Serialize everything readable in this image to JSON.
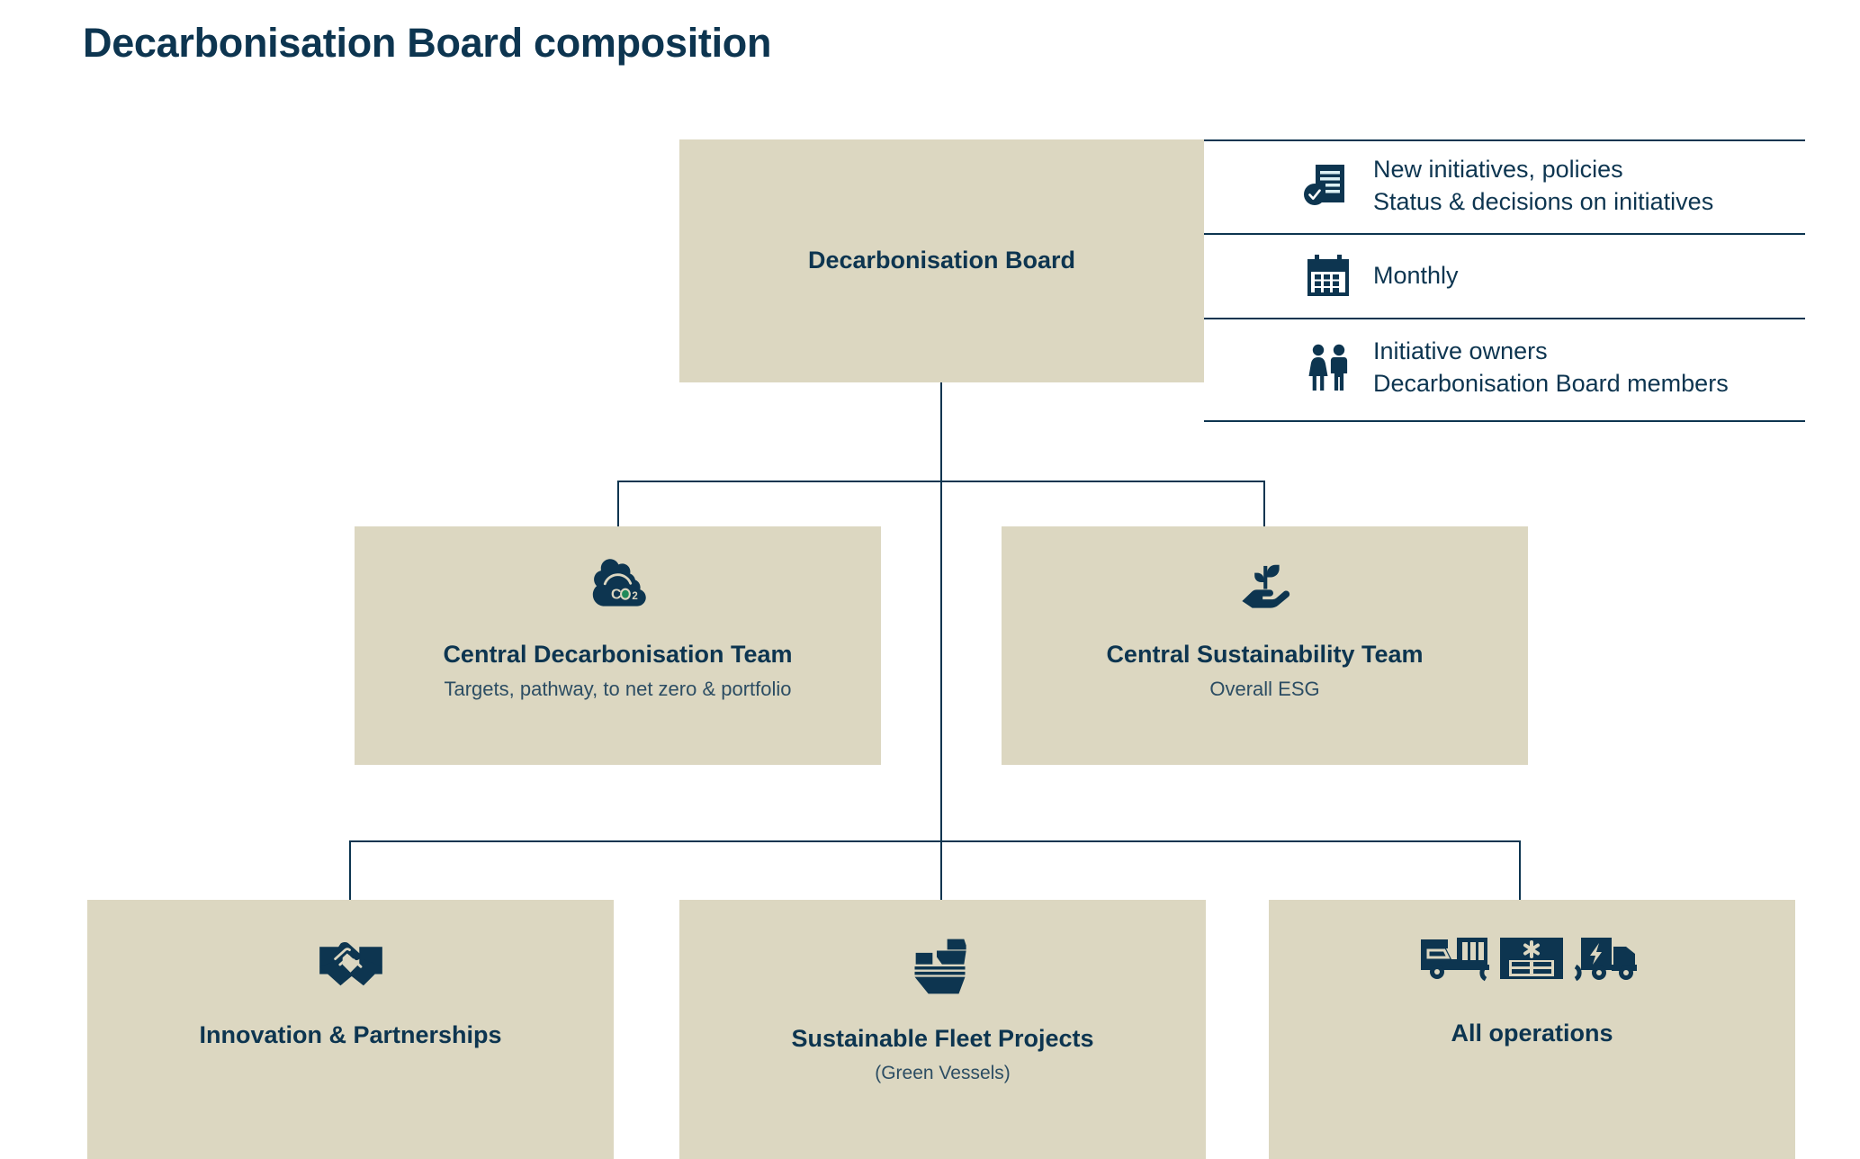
{
  "page": {
    "title": "Decarbonisation Board composition"
  },
  "colors": {
    "box_fill": "#dcd7c1",
    "navy": "#0d3550",
    "subtext": "#2c4d63",
    "accent_green": "#1f8a5a",
    "background": "#ffffff"
  },
  "chart_data": {
    "type": "org-chart",
    "title": "Decarbonisation Board composition",
    "levels": 3,
    "nodes": [
      {
        "id": "root",
        "label": "Decarbonisation Board",
        "sublabel": "",
        "level": 0,
        "icon": ""
      },
      {
        "id": "decarb",
        "label": "Central Decarbonisation Team",
        "sublabel": "Targets, pathway, to net zero & portfolio",
        "level": 1,
        "icon": "co2-cloud-icon"
      },
      {
        "id": "sustain",
        "label": "Central Sustainability Team",
        "sublabel": "Overall ESG",
        "level": 1,
        "icon": "hand-plant-icon"
      },
      {
        "id": "innovation",
        "label": "Innovation & Partnerships",
        "sublabel": "",
        "level": 2,
        "icon": "handshake-icon"
      },
      {
        "id": "fleet",
        "label": "Sustainable Fleet Projects",
        "sublabel": "(Green Vessels)",
        "level": 2,
        "icon": "vessel-icon"
      },
      {
        "id": "operations",
        "label": "All operations",
        "sublabel": "",
        "level": 2,
        "icon": "truck-warehouse-electric-truck-icons"
      }
    ],
    "edges": [
      {
        "from": "root",
        "to": "decarb"
      },
      {
        "from": "root",
        "to": "sustain"
      },
      {
        "from": "root",
        "to": "innovation"
      },
      {
        "from": "root",
        "to": "fleet"
      },
      {
        "from": "root",
        "to": "operations"
      }
    ]
  },
  "root": {
    "title": "Decarbonisation Board"
  },
  "tier2": {
    "decarb": {
      "title": "Central Decarbonisation Team",
      "sub": "Targets, pathway, to net zero & portfolio",
      "icon": "co2-cloud-icon"
    },
    "sustain": {
      "title": "Central Sustainability Team",
      "sub": "Overall ESG",
      "icon": "hand-plant-icon"
    }
  },
  "tier3": {
    "innovation": {
      "title": "Innovation & Partnerships",
      "sub": "",
      "icon": "handshake-icon"
    },
    "fleet": {
      "title": "Sustainable Fleet Projects",
      "sub": "(Green Vessels)",
      "icon": "vessel-icon"
    },
    "operations": {
      "title": "All operations",
      "sub": "",
      "icon": "operations-icons"
    }
  },
  "legend": {
    "rows": [
      {
        "icon": "document-check-icon",
        "line1": "New initiatives, policies",
        "line2": "Status & decisions on initiatives"
      },
      {
        "icon": "calendar-icon",
        "line1": "Monthly",
        "line2": ""
      },
      {
        "icon": "people-icon",
        "line1": "Initiative owners",
        "line2": "Decarbonisation Board members"
      }
    ]
  }
}
